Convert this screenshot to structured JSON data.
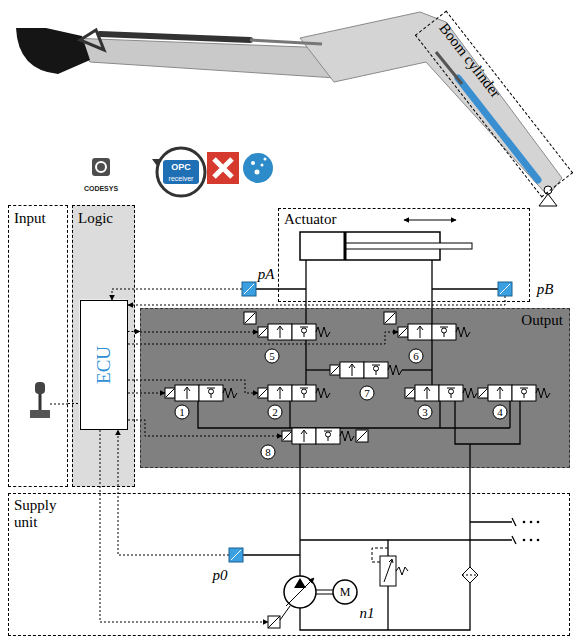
{
  "diagram": {
    "nodes": [
      {
        "text": [
          "Boom cylinder"
        ]
      },
      {
        "text": [
          "Input"
        ]
      },
      {
        "text": [
          "Logic"
        ]
      },
      {
        "text": [
          "ECU"
        ],
        "in": 2
      },
      {
        "text": [
          "Actuator"
        ]
      },
      {
        "text": [
          "Output"
        ]
      },
      {
        "text": [
          "Supply unit"
        ]
      }
    ],
    "edges": [
      {
        "from": 1,
        "to": 3,
        "arrow": "none"
      },
      {
        "from": 3,
        "to": 5,
        "arrow": "to"
      }
    ],
    "labels": [
      "CODESYS",
      "OPC",
      "receiver",
      "pA",
      "pB",
      "5",
      "6",
      "7",
      "1",
      "2",
      "3",
      "4",
      "8",
      "p0",
      "n1",
      "M"
    ]
  }
}
